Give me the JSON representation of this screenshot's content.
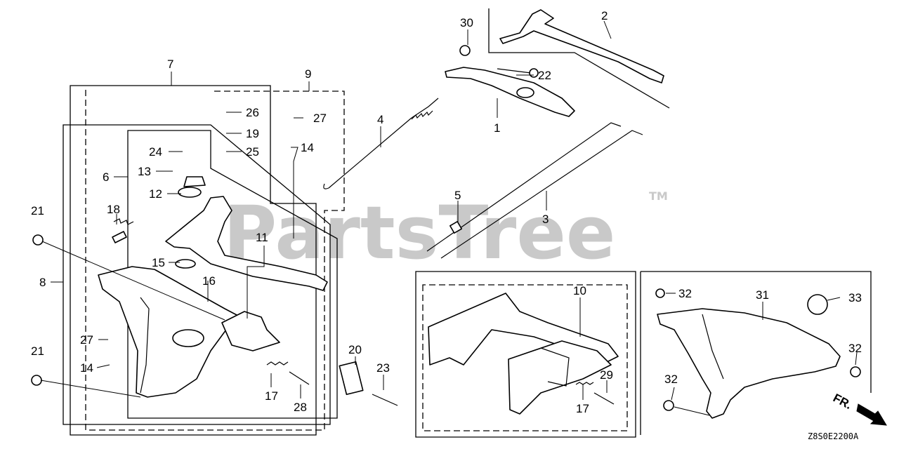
{
  "watermark": {
    "brand": "PartsTree",
    "trademark": "TM"
  },
  "diagram_code": "Z8S0E2200A",
  "direction_label": "FR.",
  "callouts": [
    {
      "id": "c30",
      "num": "30"
    },
    {
      "id": "c2",
      "num": "2"
    },
    {
      "id": "c22",
      "num": "22"
    },
    {
      "id": "c1",
      "num": "1"
    },
    {
      "id": "c7",
      "num": "7"
    },
    {
      "id": "c9",
      "num": "9"
    },
    {
      "id": "c26",
      "num": "26"
    },
    {
      "id": "c27a",
      "num": "27"
    },
    {
      "id": "c19",
      "num": "19"
    },
    {
      "id": "c25",
      "num": "25"
    },
    {
      "id": "c14a",
      "num": "14"
    },
    {
      "id": "c24",
      "num": "24"
    },
    {
      "id": "c13",
      "num": "13"
    },
    {
      "id": "c6",
      "num": "6"
    },
    {
      "id": "c12",
      "num": "12"
    },
    {
      "id": "c4",
      "num": "4"
    },
    {
      "id": "c5",
      "num": "5"
    },
    {
      "id": "c3",
      "num": "3"
    },
    {
      "id": "c21a",
      "num": "21"
    },
    {
      "id": "c18",
      "num": "18"
    },
    {
      "id": "c11",
      "num": "11"
    },
    {
      "id": "c15",
      "num": "15"
    },
    {
      "id": "c8",
      "num": "8"
    },
    {
      "id": "c16",
      "num": "16"
    },
    {
      "id": "c27b",
      "num": "27"
    },
    {
      "id": "c14b",
      "num": "14"
    },
    {
      "id": "c21b",
      "num": "21"
    },
    {
      "id": "c20",
      "num": "20"
    },
    {
      "id": "c23",
      "num": "23"
    },
    {
      "id": "c17a",
      "num": "17"
    },
    {
      "id": "c28",
      "num": "28"
    },
    {
      "id": "c10",
      "num": "10"
    },
    {
      "id": "c29",
      "num": "29"
    },
    {
      "id": "c17b",
      "num": "17"
    },
    {
      "id": "c32a",
      "num": "32"
    },
    {
      "id": "c31",
      "num": "31"
    },
    {
      "id": "c33",
      "num": "33"
    },
    {
      "id": "c32b",
      "num": "32"
    },
    {
      "id": "c32c",
      "num": "32"
    }
  ]
}
